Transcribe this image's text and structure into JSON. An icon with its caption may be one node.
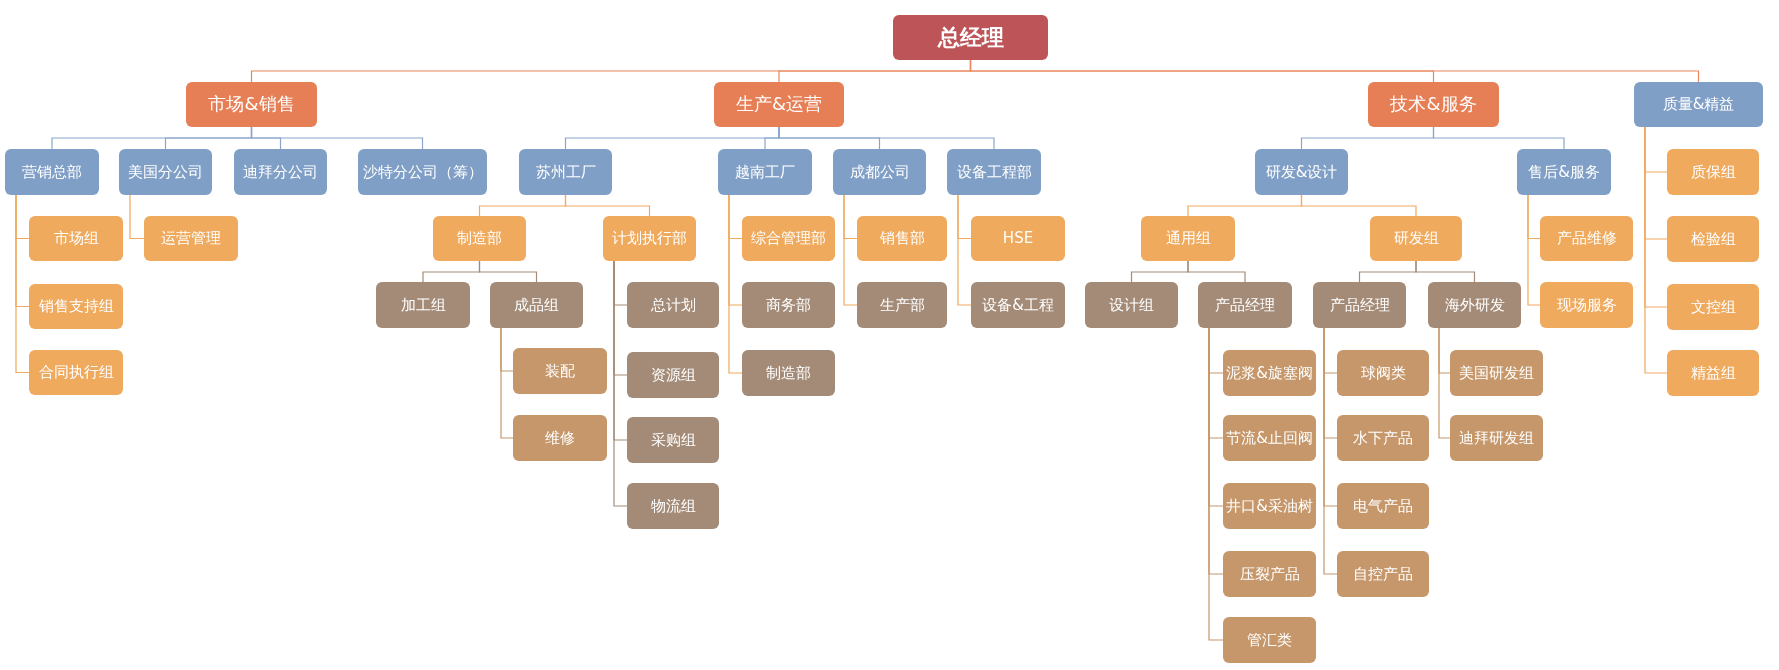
{
  "diagram": {
    "nodes": [
      {
        "text": [
          "总经理"
        ]
      },
      {
        "text": [
          "市场&销售"
        ]
      },
      {
        "text": [
          "生产&运营"
        ]
      },
      {
        "text": [
          "技术&服务"
        ]
      },
      {
        "text": [
          "质量&精益"
        ]
      },
      {
        "text": [
          "营销总部"
        ]
      },
      {
        "text": [
          "美国分公司"
        ]
      },
      {
        "text": [
          "迪拜分公司"
        ]
      },
      {
        "text": [
          "沙特分公司（筹）"
        ]
      },
      {
        "text": [
          "苏州工厂"
        ]
      },
      {
        "text": [
          "越南工厂"
        ]
      },
      {
        "text": [
          "成都公司"
        ]
      },
      {
        "text": [
          "设备工程部"
        ]
      },
      {
        "text": [
          "研发&设计"
        ]
      },
      {
        "text": [
          "售后&服务"
        ]
      },
      {
        "text": [
          "质保组"
        ]
      },
      {
        "text": [
          "市场组"
        ]
      },
      {
        "text": [
          "运营管理"
        ]
      },
      {
        "text": [
          "制造部"
        ]
      },
      {
        "text": [
          "计划执行部"
        ]
      },
      {
        "text": [
          "综合管理部"
        ]
      },
      {
        "text": [
          "销售部"
        ]
      },
      {
        "text": [
          "HSE"
        ]
      },
      {
        "text": [
          "通用组"
        ]
      },
      {
        "text": [
          "研发组"
        ]
      },
      {
        "text": [
          "产品维修"
        ]
      },
      {
        "text": [
          "检验组"
        ]
      },
      {
        "text": [
          "销售支持组"
        ]
      },
      {
        "text": [
          "加工组"
        ]
      },
      {
        "text": [
          "成品组"
        ]
      },
      {
        "text": [
          "总计划"
        ]
      },
      {
        "text": [
          "商务部"
        ]
      },
      {
        "text": [
          "生产部"
        ]
      },
      {
        "text": [
          "设备&工程"
        ]
      },
      {
        "text": [
          "设计组"
        ]
      },
      {
        "text": [
          "产品经理"
        ]
      },
      {
        "text": [
          "产品经理"
        ]
      },
      {
        "text": [
          "海外研发"
        ]
      },
      {
        "text": [
          "现场服务"
        ]
      },
      {
        "text": [
          "文控组"
        ]
      },
      {
        "text": [
          "合同执行组"
        ]
      },
      {
        "text": [
          "装配"
        ]
      },
      {
        "text": [
          "资源组"
        ]
      },
      {
        "text": [
          "制造部"
        ]
      },
      {
        "text": [
          "泥浆&旋塞阀"
        ]
      },
      {
        "text": [
          "球阀类"
        ]
      },
      {
        "text": [
          "美国研发组"
        ]
      },
      {
        "text": [
          "精益组"
        ]
      },
      {
        "text": [
          "维修"
        ]
      },
      {
        "text": [
          "采购组"
        ]
      },
      {
        "text": [
          "节流&止回阀"
        ]
      },
      {
        "text": [
          "水下产品"
        ]
      },
      {
        "text": [
          "迪拜研发组"
        ]
      },
      {
        "text": [
          "物流组"
        ]
      },
      {
        "text": [
          "井口&采油树"
        ]
      },
      {
        "text": [
          "电气产品"
        ]
      },
      {
        "text": [
          "压裂产品"
        ]
      },
      {
        "text": [
          "自控产品"
        ]
      },
      {
        "text": [
          "管汇类"
        ]
      }
    ],
    "edges": [
      {
        "from": 0,
        "to": 1,
        "arrow": "none",
        "color": "#e8875c"
      },
      {
        "from": 0,
        "to": 2,
        "arrow": "none",
        "color": "#e8875c"
      },
      {
        "from": 0,
        "to": 3,
        "arrow": "none",
        "color": "#e8875c"
      },
      {
        "from": 0,
        "to": 4,
        "arrow": "none",
        "color": "#e8875c"
      },
      {
        "from": 1,
        "to": 5,
        "arrow": "none",
        "color": "#8aa5cc"
      },
      {
        "from": 1,
        "to": 6,
        "arrow": "none",
        "color": "#8aa5cc"
      },
      {
        "from": 1,
        "to": 7,
        "arrow": "none",
        "color": "#8aa5cc"
      },
      {
        "from": 1,
        "to": 8,
        "arrow": "none",
        "color": "#8aa5cc"
      },
      {
        "from": 2,
        "to": 9,
        "arrow": "none",
        "color": "#8aa5cc"
      },
      {
        "from": 2,
        "to": 10,
        "arrow": "none",
        "color": "#8aa5cc"
      },
      {
        "from": 2,
        "to": 11,
        "arrow": "none",
        "color": "#8aa5cc"
      },
      {
        "from": 2,
        "to": 12,
        "arrow": "none",
        "color": "#8aa5cc"
      },
      {
        "from": 3,
        "to": 13,
        "arrow": "none",
        "color": "#8aa5cc"
      },
      {
        "from": 3,
        "to": 14,
        "arrow": "none",
        "color": "#8aa5cc"
      },
      {
        "from": 4,
        "to": 15,
        "arrow": "none"
      },
      {
        "from": 4,
        "to": 26,
        "arrow": "none"
      },
      {
        "from": 4,
        "to": 39,
        "arrow": "none"
      },
      {
        "from": 4,
        "to": 47,
        "arrow": "none"
      },
      {
        "from": 5,
        "to": 16,
        "arrow": "none"
      },
      {
        "from": 5,
        "to": 27,
        "arrow": "none"
      },
      {
        "from": 5,
        "to": 40,
        "arrow": "none"
      },
      {
        "from": 6,
        "to": 17,
        "arrow": "none"
      },
      {
        "from": 9,
        "to": 18,
        "arrow": "none"
      },
      {
        "from": 9,
        "to": 19,
        "arrow": "none"
      },
      {
        "from": 10,
        "to": 20,
        "arrow": "none"
      },
      {
        "from": 10,
        "to": 31,
        "arrow": "none"
      },
      {
        "from": 10,
        "to": 43,
        "arrow": "none"
      },
      {
        "from": 11,
        "to": 21,
        "arrow": "none"
      },
      {
        "from": 11,
        "to": 32,
        "arrow": "none"
      },
      {
        "from": 12,
        "to": 22,
        "arrow": "none"
      },
      {
        "from": 12,
        "to": 33,
        "arrow": "none"
      },
      {
        "from": 13,
        "to": 23,
        "arrow": "none"
      },
      {
        "from": 13,
        "to": 24,
        "arrow": "none"
      },
      {
        "from": 14,
        "to": 25,
        "arrow": "none"
      },
      {
        "from": 14,
        "to": 38,
        "arrow": "none"
      },
      {
        "from": 18,
        "to": 28,
        "arrow": "none",
        "color": "#a48b77"
      },
      {
        "from": 18,
        "to": 29,
        "arrow": "none",
        "color": "#a48b77"
      },
      {
        "from": 19,
        "to": 30,
        "arrow": "none",
        "color": "#a48b77"
      },
      {
        "from": 19,
        "to": 42,
        "arrow": "none",
        "color": "#a48b77"
      },
      {
        "from": 19,
        "to": 49,
        "arrow": "none",
        "color": "#a48b77"
      },
      {
        "from": 19,
        "to": 53,
        "arrow": "none",
        "color": "#a48b77"
      },
      {
        "from": 23,
        "to": 34,
        "arrow": "none",
        "color": "#a48b77"
      },
      {
        "from": 23,
        "to": 35,
        "arrow": "none",
        "color": "#a48b77"
      },
      {
        "from": 24,
        "to": 36,
        "arrow": "none",
        "color": "#a48b77"
      },
      {
        "from": 24,
        "to": 37,
        "arrow": "none",
        "color": "#a48b77"
      },
      {
        "from": 29,
        "to": 41,
        "arrow": "none",
        "color": "#c6976a"
      },
      {
        "from": 29,
        "to": 48,
        "arrow": "none",
        "color": "#c6976a"
      },
      {
        "from": 35,
        "to": 44,
        "arrow": "none",
        "color": "#c6976a"
      },
      {
        "from": 35,
        "to": 50,
        "arrow": "none",
        "color": "#c6976a"
      },
      {
        "from": 35,
        "to": 54,
        "arrow": "none",
        "color": "#c6976a"
      },
      {
        "from": 35,
        "to": 56,
        "arrow": "none",
        "color": "#c6976a"
      },
      {
        "from": 35,
        "to": 58,
        "arrow": "none",
        "color": "#c6976a"
      },
      {
        "from": 36,
        "to": 45,
        "arrow": "none",
        "color": "#c6976a"
      },
      {
        "from": 36,
        "to": 51,
        "arrow": "none",
        "color": "#c6976a"
      },
      {
        "from": 36,
        "to": 55,
        "arrow": "none",
        "color": "#c6976a"
      },
      {
        "from": 36,
        "to": 57,
        "arrow": "none",
        "color": "#c6976a"
      },
      {
        "from": 37,
        "to": 46,
        "arrow": "none",
        "color": "#c6976a"
      },
      {
        "from": 37,
        "to": 52,
        "arrow": "none",
        "color": "#c6976a"
      }
    ]
  }
}
